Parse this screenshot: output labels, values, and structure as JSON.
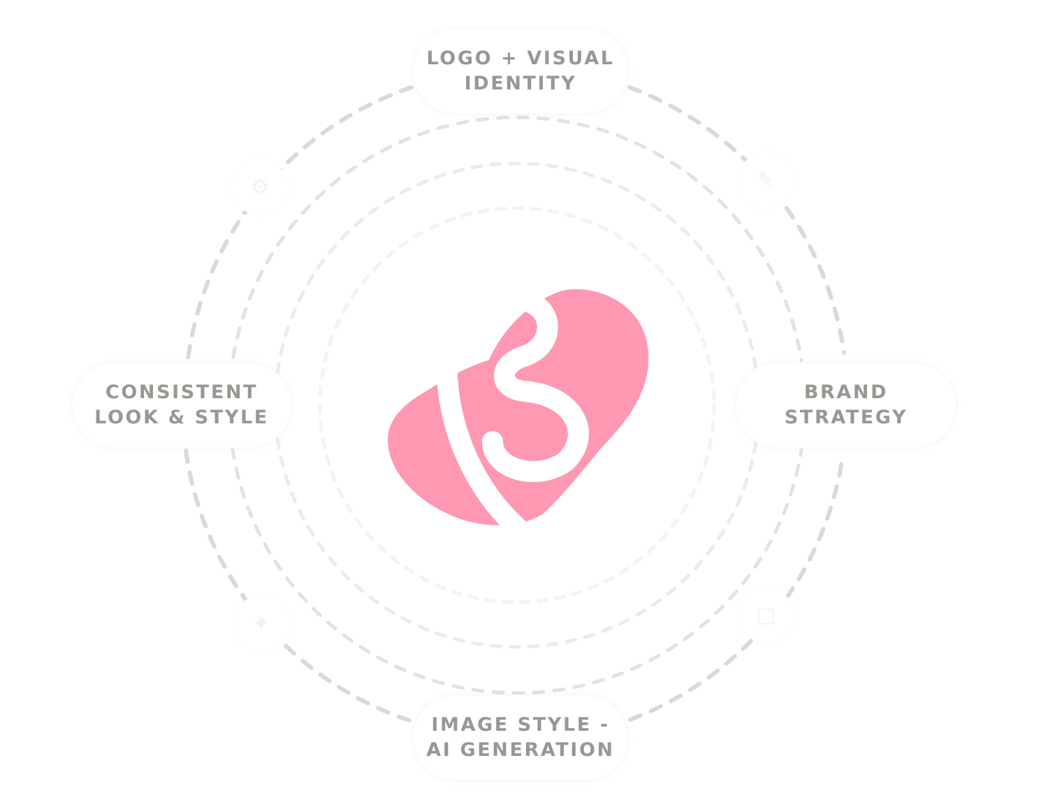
{
  "labels": {
    "logo_identity": [
      "LOGO + VISUAL",
      "IDENTITY"
    ],
    "brand_strategy": [
      "BRAND",
      "STRATEGY"
    ],
    "consistent_look": [
      "CONSISTENT",
      "LOOK & STYLE"
    ],
    "image_style": [
      "IMAGE STYLE -",
      "AI GENERATION"
    ]
  },
  "icons": {
    "top_left": "gear-icon",
    "top_right": "pencil-icon",
    "bottom_left": "sparkle-icon",
    "bottom_right": "image-icon"
  },
  "colors": {
    "brand_pink": "#ff98b3",
    "label_gray": "#9a9692",
    "outer_dash": "#d9d9d9",
    "mid_dash": "#e3e3e3",
    "inner_dash": "#ececec",
    "innermost_dash": "#f3f3f3"
  }
}
